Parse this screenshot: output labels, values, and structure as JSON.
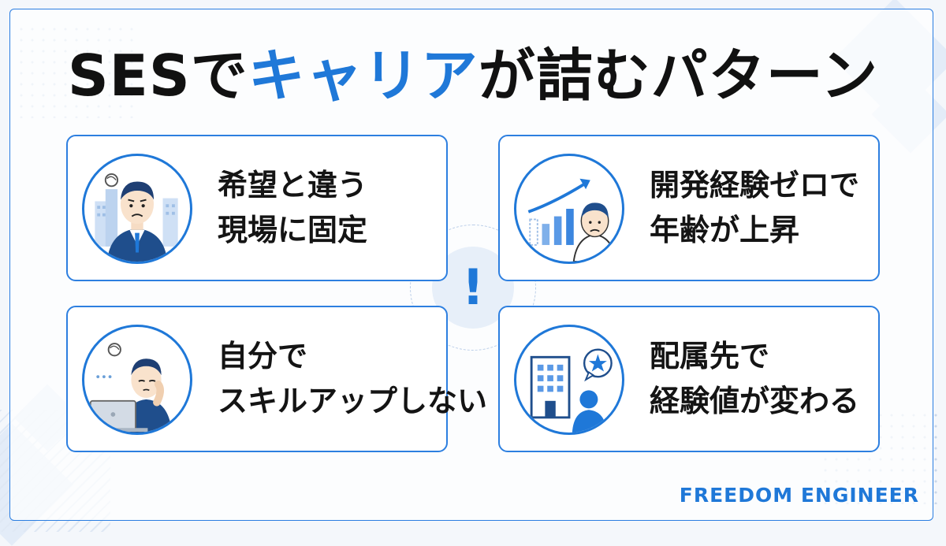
{
  "title": {
    "part1": "SES",
    "part2": "で",
    "accent": "キャリア",
    "part3": "が詰むパターン"
  },
  "center_mark": "!",
  "cards": [
    {
      "icon": "stressed-businessman-icon",
      "lines": [
        "希望と違う",
        "現場に固定"
      ]
    },
    {
      "icon": "rising-chart-worried-person-icon",
      "lines": [
        "開発経験ゼロで",
        "年齢が上昇"
      ]
    },
    {
      "icon": "tired-person-at-laptop-icon",
      "lines": [
        "自分で",
        "スキルアップしない"
      ]
    },
    {
      "icon": "office-building-person-star-icon",
      "lines": [
        "配属先で",
        "経験値が変わる"
      ]
    }
  ],
  "brand": "FREEDOM ENGINEER",
  "colors": {
    "accent": "#1f78d8",
    "text": "#141414",
    "border": "#2d7fe0",
    "background": "#f4f7fb"
  }
}
